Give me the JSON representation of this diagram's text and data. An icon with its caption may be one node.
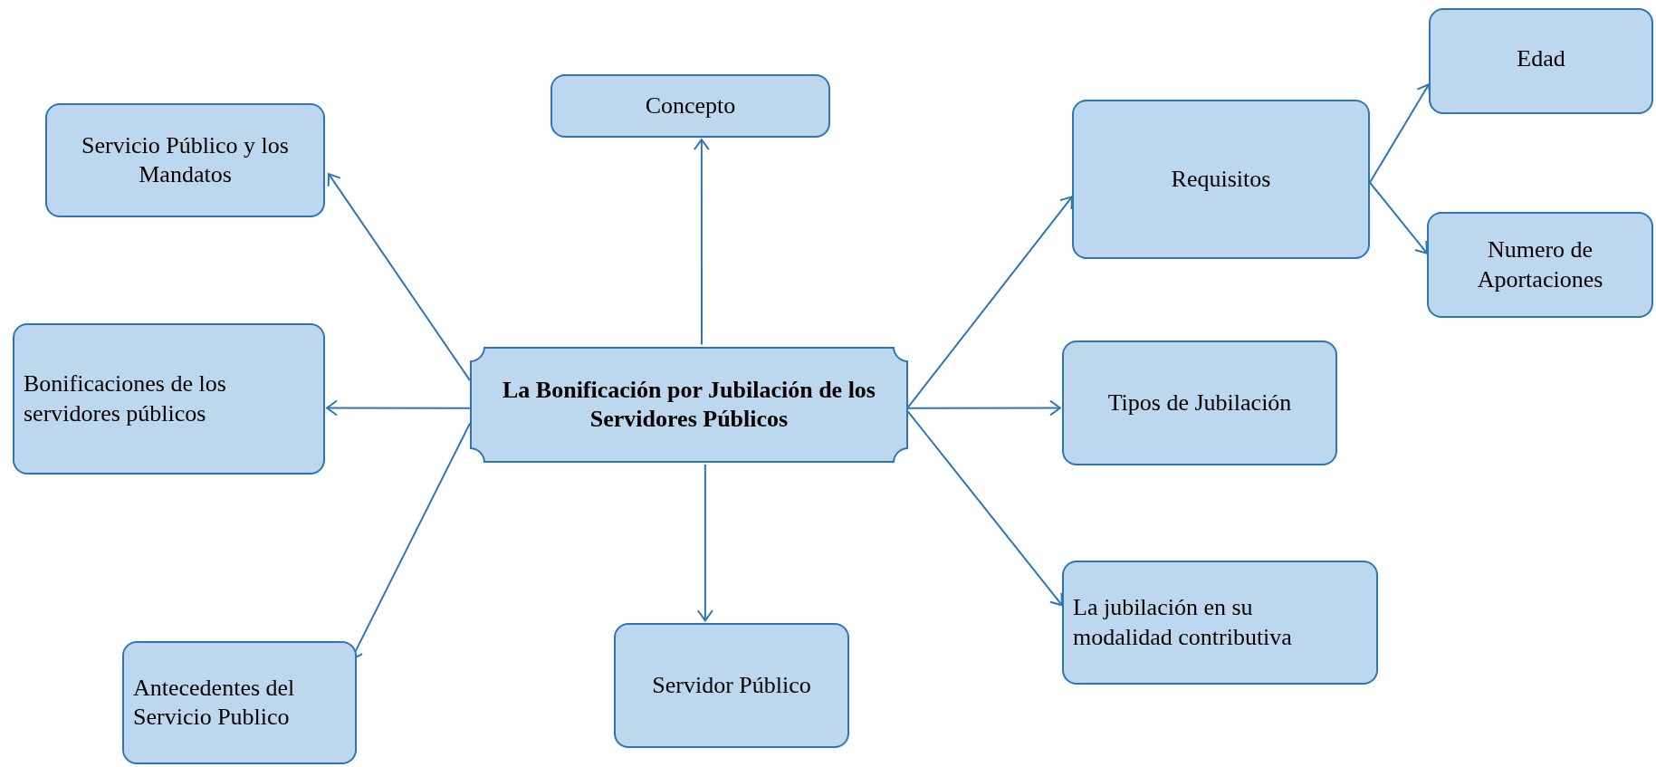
{
  "diagram": {
    "nodes": [
      {
        "text": [
          "La Bonificación por Jubilación de los Servidores Públicos"
        ]
      },
      {
        "text": [
          "Concepto"
        ]
      },
      {
        "text": [
          "Servicio Público y los Mandatos"
        ]
      },
      {
        "text": [
          "Bonificaciones de los servidores públicos"
        ]
      },
      {
        "text": [
          "Antecedentes del Servicio Publico"
        ]
      },
      {
        "text": [
          "Servidor Público"
        ]
      },
      {
        "text": [
          "Requisitos"
        ]
      },
      {
        "text": [
          "Edad"
        ]
      },
      {
        "text": [
          "Numero de Aportaciones"
        ]
      },
      {
        "text": [
          "Tipos de Jubilación"
        ]
      },
      {
        "text": [
          "La jubilación en su modalidad contributiva"
        ]
      }
    ],
    "edges": [
      {
        "from": 0,
        "to": 1,
        "arrow": "to"
      },
      {
        "from": 0,
        "to": 2,
        "arrow": "to"
      },
      {
        "from": 0,
        "to": 3,
        "arrow": "to"
      },
      {
        "from": 0,
        "to": 4,
        "arrow": "to"
      },
      {
        "from": 0,
        "to": 5,
        "arrow": "to"
      },
      {
        "from": 0,
        "to": 6,
        "arrow": "to"
      },
      {
        "from": 0,
        "to": 9,
        "arrow": "to"
      },
      {
        "from": 0,
        "to": 10,
        "arrow": "to"
      },
      {
        "from": 6,
        "to": 7,
        "arrow": "to"
      },
      {
        "from": 6,
        "to": 8,
        "arrow": "to"
      }
    ]
  }
}
